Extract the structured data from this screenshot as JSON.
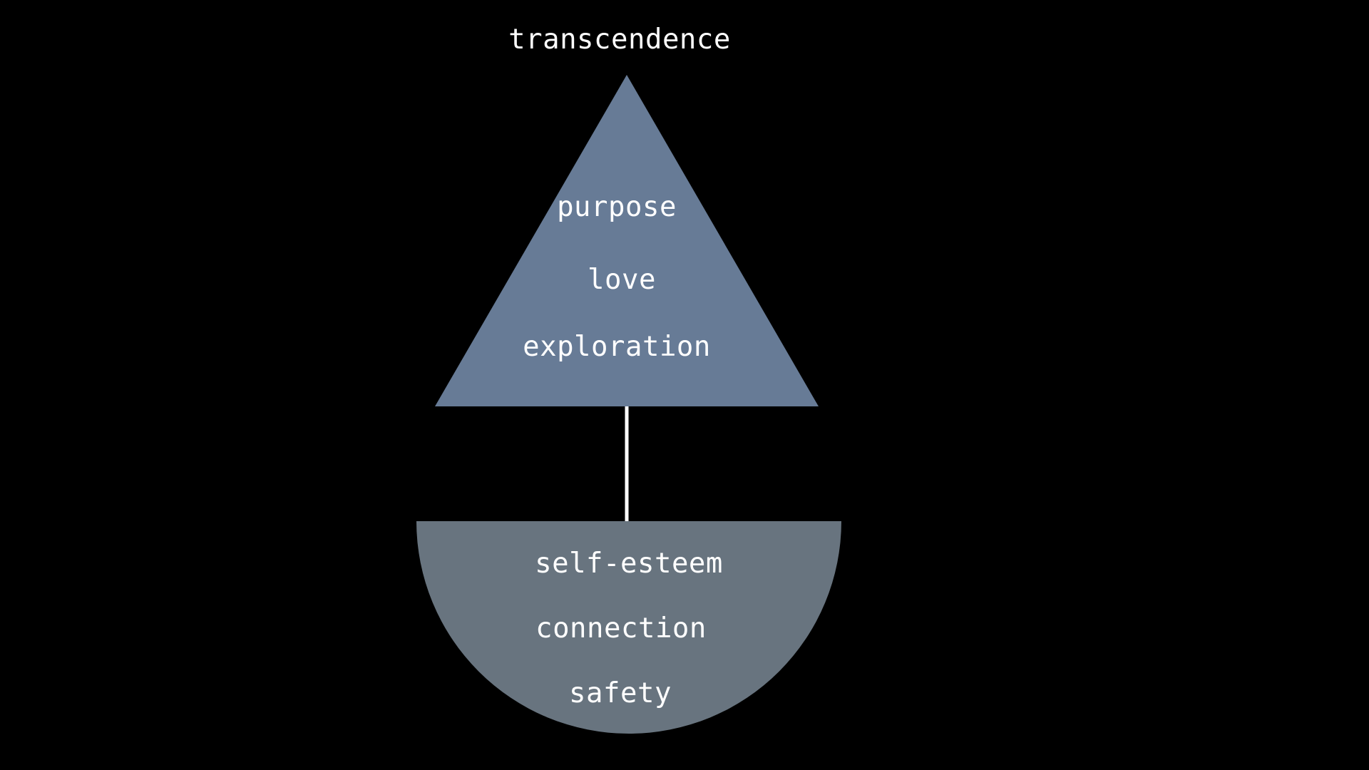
{
  "diagram": {
    "top_label": "transcendence",
    "triangle": {
      "fill": "#677b96",
      "items": [
        "purpose",
        "love",
        "exploration"
      ]
    },
    "bowl": {
      "fill": "#68747f",
      "items": [
        "self-esteem",
        "connection",
        "safety"
      ]
    },
    "connector_color": "#ffffff",
    "background": "#000000"
  }
}
